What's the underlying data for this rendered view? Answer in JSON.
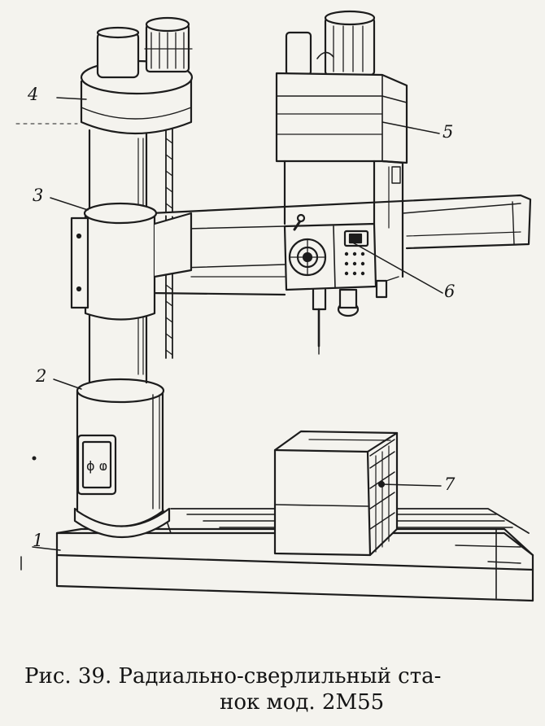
{
  "figure": {
    "callouts": [
      {
        "number": "1",
        "target": "base-plate"
      },
      {
        "number": "2",
        "target": "column-sleeve-base"
      },
      {
        "number": "3",
        "target": "arm-sleeve"
      },
      {
        "number": "4",
        "target": "column-top-housing"
      },
      {
        "number": "5",
        "target": "drill-head"
      },
      {
        "number": "6",
        "target": "control-panel"
      },
      {
        "number": "7",
        "target": "work-table"
      }
    ],
    "control_box_symbols": "ϕ ⱷ"
  },
  "caption": {
    "line1": "Рис. 39. Радиально-сверлильный ста-",
    "line2": "нок мод. 2М55"
  }
}
